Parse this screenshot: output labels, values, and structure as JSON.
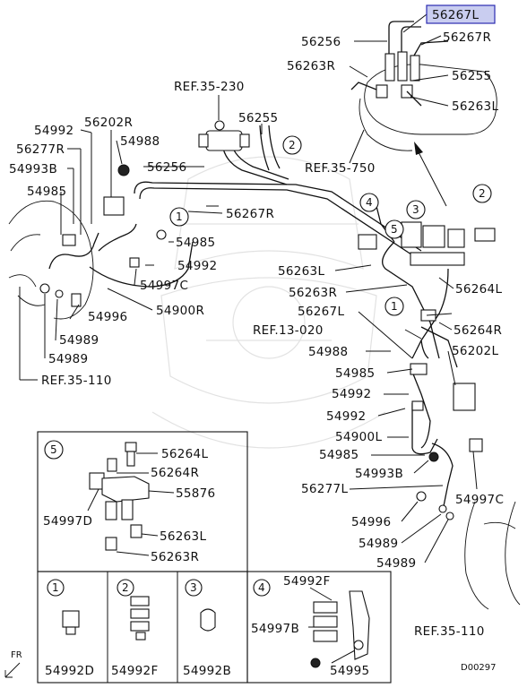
{
  "diagram_code": "D00297",
  "highlighted_part": "56267L",
  "fr_label": "FR",
  "callout_numbers": [
    "1",
    "2",
    "3",
    "4",
    "5"
  ],
  "parts": {
    "p56267L": "56267L",
    "p56256_top": "56256",
    "p56267R_top": "56267R",
    "p56263R_top": "56263R",
    "p56255_top": "56255",
    "p56263L_top": "56263L",
    "ref_35_750": "REF.35-750",
    "ref_35_230": "REF.35-230",
    "p56255_mid": "56255",
    "p54992_a": "54992",
    "p56202R": "56202R",
    "p54988_a": "54988",
    "p56277R": "56277R",
    "p56256_mid": "56256",
    "p54993B_a": "54993B",
    "p54985_a": "54985",
    "p56267R_mid": "56267R",
    "p54985_b": "54985",
    "p54992_b": "54992",
    "p54997C_a": "54997C",
    "p54996_a": "54996",
    "p54900R": "54900R",
    "p54989_a": "54989",
    "p54989_b": "54989",
    "ref_35_110_left": "REF.35-110",
    "p56263L_mid": "56263L",
    "p56263R_mid": "56263R",
    "p56264L_mid": "56264L",
    "p56267L_mid": "56267L",
    "p56264R_mid": "56264R",
    "ref_13_020": "REF.13-020",
    "p54988_b": "54988",
    "p56202L": "56202L",
    "p54985_c": "54985",
    "p54992_c": "54992",
    "p54992_d": "54992",
    "p54900L": "54900L",
    "p54985_d": "54985",
    "p54993B_b": "54993B",
    "p56277L": "56277L",
    "p54997C_b": "54997C",
    "p54996_b": "54996",
    "p54989_c": "54989",
    "p54989_d": "54989",
    "ref_35_110_right": "REF.35-110"
  },
  "detail5": {
    "callout": "5",
    "p56264L": "56264L",
    "p56264R": "56264R",
    "p55876": "55876",
    "p54997D": "54997D",
    "p56263L": "56263L",
    "p56263R": "56263R"
  },
  "detail_boxes": [
    {
      "callout": "1",
      "part": "54992D"
    },
    {
      "callout": "2",
      "part": "54992F"
    },
    {
      "callout": "3",
      "part": "54992B"
    },
    {
      "callout": "4",
      "part_top": "54992F",
      "part_left": "54997B",
      "part_bottom": "54995"
    }
  ],
  "colors": {
    "highlight_fill": "#c9cdf0",
    "highlight_border": "#2b2bb0",
    "line": "#111111"
  }
}
